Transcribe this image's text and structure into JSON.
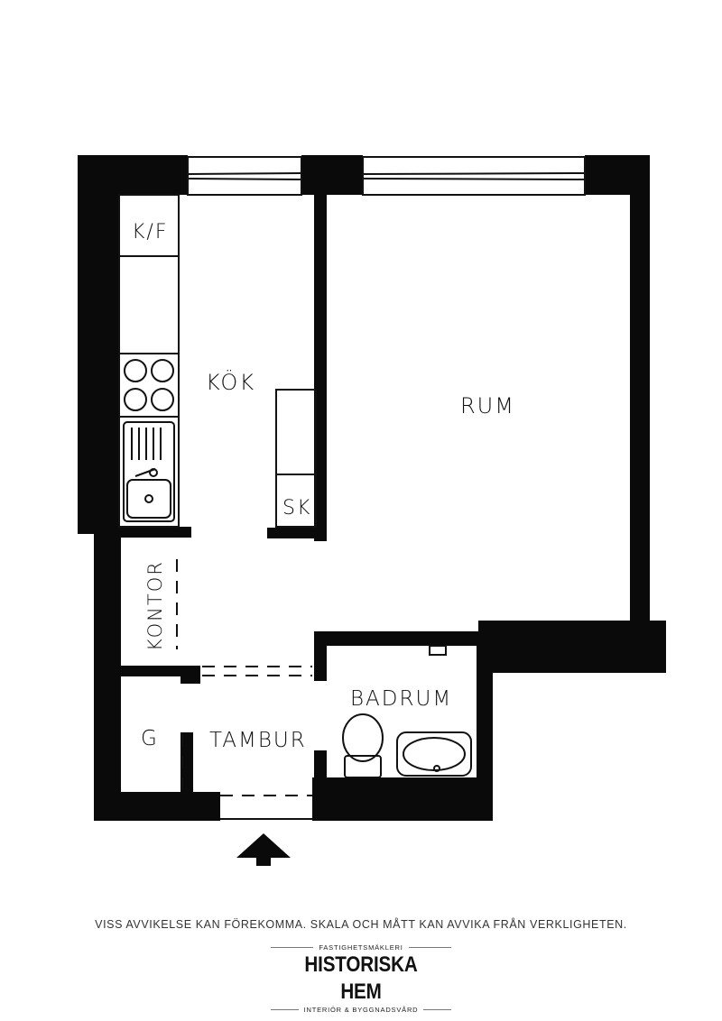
{
  "rooms": {
    "kf": "K/F",
    "kok": "KÖK",
    "rum": "RUM",
    "sk": "SK",
    "kontor": "KONTOR",
    "badrum": "BADRUM",
    "g": "G",
    "tambur": "TAMBUR"
  },
  "footer": {
    "disclaimer": "VISS AVVIKELSE KAN FÖREKOMMA. SKALA OCH MÅTT KAN AVVIKA FRÅN VERKLIGHETEN.",
    "logo": {
      "top_tag": "FASTIGHETSMÄKLERI",
      "brand": "HISTORISKA HEM",
      "bottom_tag": "INTERIÖR & BYGGNADSVÅRD"
    }
  },
  "colors": {
    "wall": "#0a0a0a",
    "line": "#111111",
    "background": "#ffffff"
  }
}
